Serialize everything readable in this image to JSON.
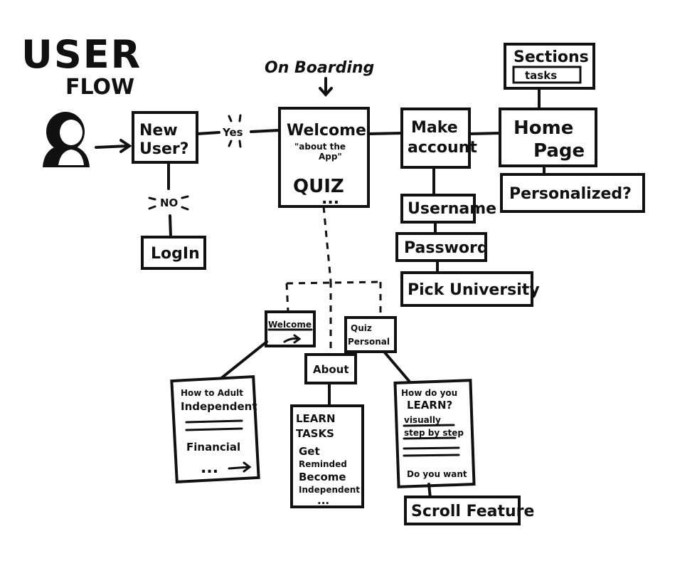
{
  "title": "USER",
  "subtitle": "FLOW",
  "onboarding_label": "On Boarding",
  "new_user_box": [
    "New",
    "User?"
  ],
  "yes_label": "Yes",
  "no_label": "NO",
  "login_box": "LogIn",
  "welcome_box": {
    "heading": "Welcome",
    "note": [
      "\"about the",
      "App\""
    ],
    "quiz": "QUIZ",
    "dots": "..."
  },
  "make_account_box": [
    "Make",
    "account"
  ],
  "username_box": "Username",
  "password_box": "Password",
  "university_box": "Pick University",
  "home_box": [
    "Home",
    "Page"
  ],
  "sections_box": {
    "label": "Sections",
    "tasks": "tasks"
  },
  "personalized_box": "Personalized?",
  "welcome_screen": "Welcome",
  "quiz_screen": [
    "Quiz",
    "Personal"
  ],
  "about_screen": "About",
  "adulting_screen": {
    "lines": [
      "How to Adult",
      "Independent"
    ],
    "financial": "Financial",
    "dots": "..."
  },
  "learn_screen": {
    "lines": [
      "LEARN",
      "TASKS",
      "Get",
      "Reminded",
      "Become",
      "Independent"
    ],
    "dots": "..."
  },
  "learning_screen": {
    "lines": [
      "How do you",
      "LEARN?"
    ],
    "options": [
      "visually",
      "step by step"
    ],
    "question": "Do you want"
  },
  "scroll_feature_box": "Scroll Feature"
}
